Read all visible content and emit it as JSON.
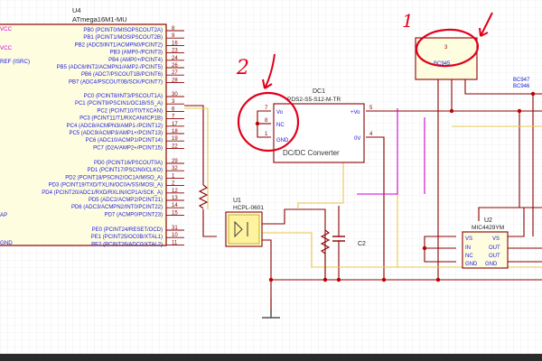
{
  "u4": {
    "ref": "U4",
    "part": "ATmega16M1-MU",
    "left_labels": [
      "VCC",
      "VCC",
      "REF (ISRC)",
      "AP",
      "GND"
    ],
    "pins": [
      {
        "label": "PB0 (PCINT0/MISOPSCOUT2A)",
        "num": "8"
      },
      {
        "label": "PB1 (PCINT1/MOSIPSCOUT2B)",
        "num": "9"
      },
      {
        "label": "PB2 (ADC5/INT1/ACMPN0/PCINT2)",
        "num": "16"
      },
      {
        "label": "PB3 (AMP0-/PCINT3)",
        "num": "23"
      },
      {
        "label": "PB4 (AMP0+/PCINT4)",
        "num": "24"
      },
      {
        "label": "PB5 (ADC6/INT2/ACMPN1/AMP2-/PCINT5)",
        "num": "26"
      },
      {
        "label": "PB6 (ADC7/PSCOUT1B/PCINT6)",
        "num": "27"
      },
      {
        "label": "PB7 (ADC4/PSCOUT0B/SCK/PCINT7)",
        "num": "28"
      },
      {
        "label": "PC0 (PCINT8/INT3/PSCOUT1A)",
        "num": "30"
      },
      {
        "label": "PC1 (PCINT9/PSCIN1/OC1B/SS_A)",
        "num": "3"
      },
      {
        "label": "PC2 (PCINT10/T0/TXCAN)",
        "num": "6"
      },
      {
        "label": "PC3 (PCINT11/T1/RXCAN/ICP1B)",
        "num": "7"
      },
      {
        "label": "PC4 (ADC8/ACMPN3/AMP1-/PCINT12)",
        "num": "17"
      },
      {
        "label": "PC5 (ADC9/ACMP3/AMP1+/PCINT13)",
        "num": "18"
      },
      {
        "label": "PC6 (ADC10/ACMP1/PCINT14)",
        "num": "19"
      },
      {
        "label": "PC7 (D2A/AMP2+/PCINT15)",
        "num": "22"
      },
      {
        "label": "PD0 (PCINT16/PSCOUT0A)",
        "num": "29"
      },
      {
        "label": "PD1 (PCINT17/PSCIN0/CLKO)",
        "num": "32"
      },
      {
        "label": "PD2 (PCINT18/PSCIN2/OC1A/MISO_A)",
        "num": "1"
      },
      {
        "label": "PD3 (PCINT19/TXD/TXLIN/OC0A/SS/MOSI_A)",
        "num": "2"
      },
      {
        "label": "PD4 (PCINT20/ADC1/RXD/RXLIN/ICP1A/SCK_A)",
        "num": "12"
      },
      {
        "label": "PD5 (ADC2/ACMP2/PCINT21)",
        "num": "13"
      },
      {
        "label": "PD6 (ADC3/ACMPN2/INT0/PCINT22)",
        "num": "14"
      },
      {
        "label": "PD7 (ACMP0/PCINT23)",
        "num": "15"
      },
      {
        "label": "PE0 (PCINT24/RESET/OCD)",
        "num": "31"
      },
      {
        "label": "PE1 (PCINT25/OC0B/XTAL1)",
        "num": "10"
      },
      {
        "label": "PE2 (PCINT26/ADC0/XTAL2)",
        "num": "11"
      }
    ]
  },
  "dc1": {
    "ref": "DC1",
    "part": "PDS2-S5-S12-M-TR",
    "body": "DC/DC Converter",
    "left_pins": [
      {
        "label": "Vo",
        "num": "7"
      },
      {
        "label": "NC",
        "num": "8"
      },
      {
        "label": "GND",
        "num": "1"
      }
    ],
    "right_pins": [
      {
        "label": "+Vo",
        "num": "5"
      },
      {
        "label": "0V",
        "num": "4"
      }
    ]
  },
  "q1": {
    "part": "BC945",
    "pin": "3"
  },
  "q2": {
    "part": "BC947",
    "part2": "BC946"
  },
  "u1": {
    "ref": "U1",
    "part": "HCPL-0601"
  },
  "c2": {
    "ref": "C2"
  },
  "u2": {
    "ref": "U2",
    "part": "MIC4429YM",
    "left_pins": [
      "VS",
      "IN",
      "NC",
      "GND"
    ],
    "right_pins": [
      "VS",
      "OUT",
      "OUT",
      "GND"
    ]
  },
  "annotations": [
    {
      "text": "1"
    },
    {
      "text": "2"
    }
  ],
  "colors": {
    "background": "#ffffff",
    "grid": "#e4e4e4",
    "wire": "#8b0000",
    "yellow_wire": "#e8c84a",
    "pin_blue": "#1a1adc",
    "pin_number": "#8b0000",
    "annotation_red": "#e0001b",
    "symbol_fill": "#fffde0",
    "vcc_magenta": "#d000d0"
  }
}
